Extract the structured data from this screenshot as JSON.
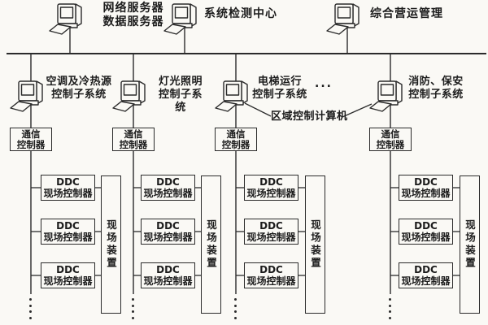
{
  "diagram": {
    "background": "#faf9f5",
    "line_color": "#2b2b2b",
    "top_row": {
      "network_data_server": {
        "line1": "网络服务器",
        "line2": "数据服务器"
      },
      "system_monitoring_center": {
        "label": "系统检测中心"
      },
      "operations_management": {
        "label": "综合营运管理"
      }
    },
    "subsystems": [
      {
        "line1": "空调及冷热源",
        "line2": "控制子系统"
      },
      {
        "line1": "灯光照明",
        "line2": "控制子系统"
      },
      {
        "line1": "电梯运行",
        "line2": "控制子系统"
      },
      {
        "line1": "消防、保安",
        "line2": "控制子系统"
      }
    ],
    "more_subsystems_dots": "...",
    "area_control_computer": "区域控制计算机",
    "comm_controller": {
      "line1": "通信",
      "line2": "控制器"
    },
    "ddc_controller": {
      "line1": "DDC",
      "line2": "现场控制器"
    },
    "field_device": "现场装置",
    "trunk_continuation_icon": "vertical-ellipsis"
  }
}
